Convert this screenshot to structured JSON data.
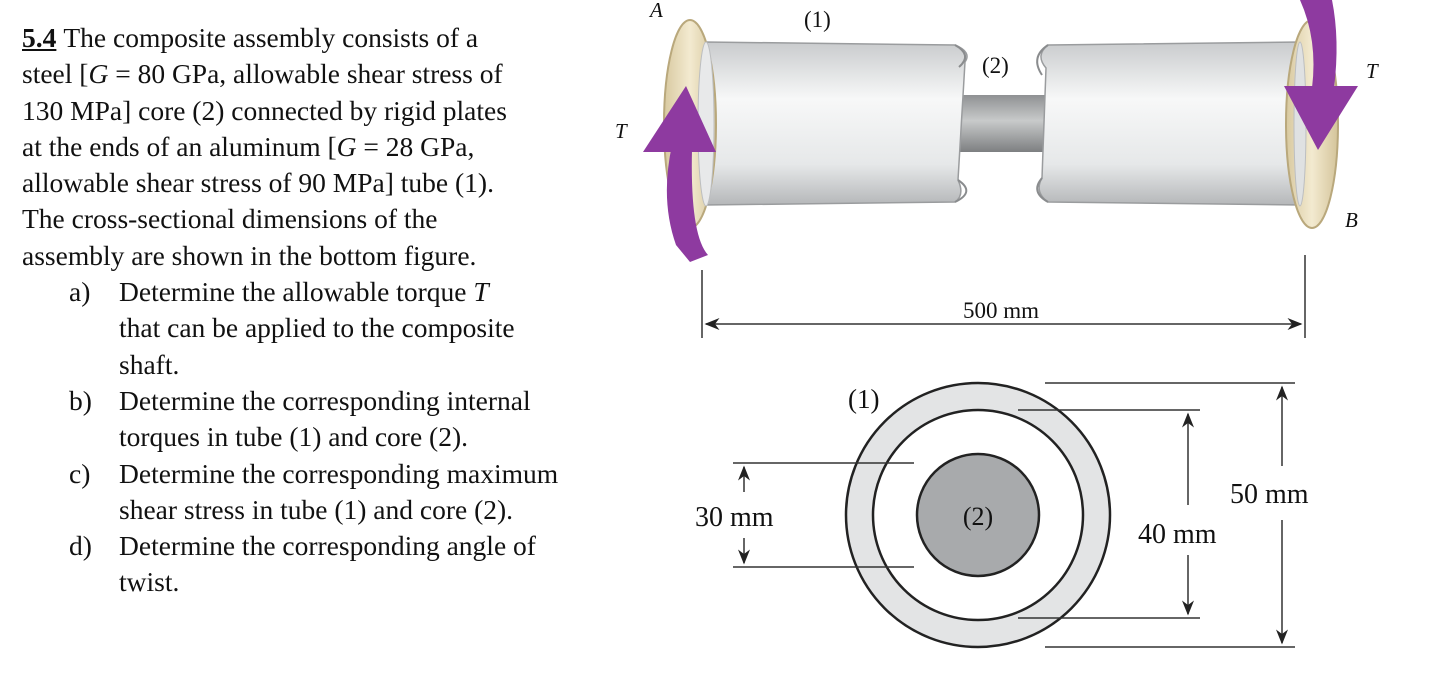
{
  "problem": {
    "number": "5.4",
    "lines": [
      "The composite assembly consists of a",
      "steel [",
      "G",
      " = 80 GPa, allowable shear stress of",
      "130 MPa] core (2) connected by rigid plates",
      "at the ends of an aluminum [",
      " = 28 GPa,",
      "allowable shear stress of 90 MPa] tube (1).",
      "The cross-sectional dimensions of the",
      "assembly are shown in the bottom figure."
    ],
    "parts": [
      {
        "label": "a)",
        "lines": [
          "Determine the allowable torque ",
          "T",
          "that can be applied to the composite",
          "shaft."
        ]
      },
      {
        "label": "b)",
        "lines": [
          "Determine the corresponding internal",
          "torques in tube (1) and core (2)."
        ]
      },
      {
        "label": "c)",
        "lines": [
          "Determine the corresponding maximum",
          "shear stress in tube (1) and core (2)."
        ]
      },
      {
        "label": "d)",
        "lines": [
          "Determine the corresponding angle of",
          "twist."
        ]
      }
    ]
  },
  "figure": {
    "labels": {
      "end_a": "A",
      "end_b": "B",
      "tube_label": "(1)",
      "core_label": "(2)",
      "torque_left": "T",
      "torque_right": "T",
      "length": "500 mm",
      "section_tube": "(1)",
      "section_core": "(2)",
      "dim_core": "30 mm",
      "dim_inner": "40 mm",
      "dim_outer": "50 mm"
    },
    "colors": {
      "torque_arrow": "#8e3aa0",
      "tube": "#e9ebec",
      "plate": "#eadcb8",
      "core": "#a8aaac"
    }
  }
}
